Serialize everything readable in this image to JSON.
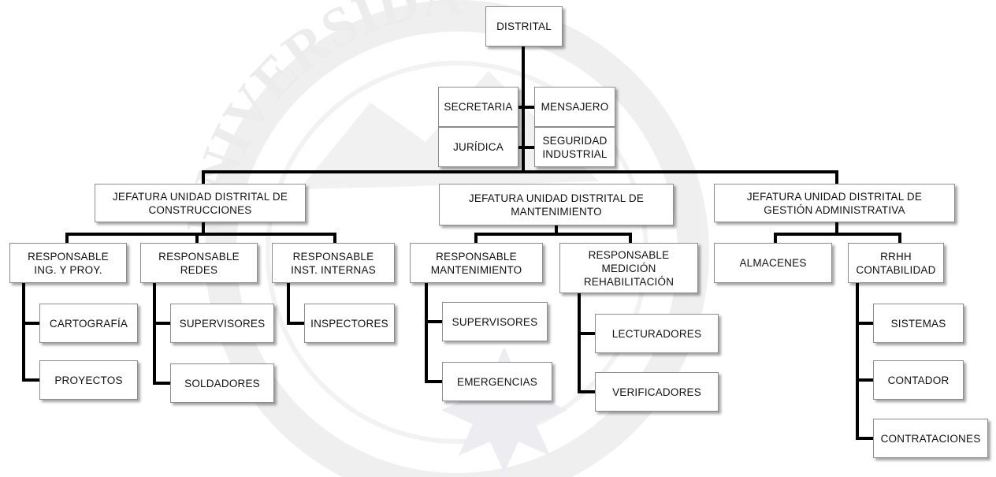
{
  "colors": {
    "line": "#000000",
    "box_border": "#8c8c8c",
    "background": "#ffffff"
  },
  "watermark": {
    "text": "UNIVERSIDAD"
  },
  "nodes": {
    "distrital": "DISTRITAL",
    "secretaria": "SECRETARIA",
    "mensajero": "MENSAJERO",
    "juridica": "JURÍDICA",
    "seguridad": "SEGURIDAD\nINDUSTRIAL",
    "jef_construcciones": "JEFATURA UNIDAD DISTRITAL DE\nCONSTRUCCIONES",
    "jef_mantenimiento": "JEFATURA UNIDAD DISTRITAL DE\nMANTENIMIENTO",
    "jef_gestion": "JEFATURA UNIDAD DISTRITAL DE\nGESTIÓN ADMINISTRATIVA",
    "resp_ing": "RESPONSABLE\nING. Y PROY.",
    "resp_redes": "RESPONSABLE\nREDES",
    "resp_inst": "RESPONSABLE\nINST. INTERNAS",
    "resp_mant": "RESPONSABLE\nMANTENIMIENTO",
    "resp_medicion": "RESPONSABLE\nMEDICIÓN\nREHABILITACIÓN",
    "almacenes": "ALMACENES",
    "rrhh": "RRHH\nCONTABILIDAD",
    "cartografia": "CARTOGRAFÍA",
    "proyectos": "PROYECTOS",
    "supervisores_redes": "SUPERVISORES",
    "soldadores": "SOLDADORES",
    "inspectores": "INSPECTORES",
    "supervisores_mant": "SUPERVISORES",
    "emergencias": "EMERGENCIAS",
    "lecturadores": "LECTURADORES",
    "verificadores": "VERIFICADORES",
    "sistemas": "SISTEMAS",
    "contador": "CONTADOR",
    "contrataciones": "CONTRATACIONES"
  }
}
